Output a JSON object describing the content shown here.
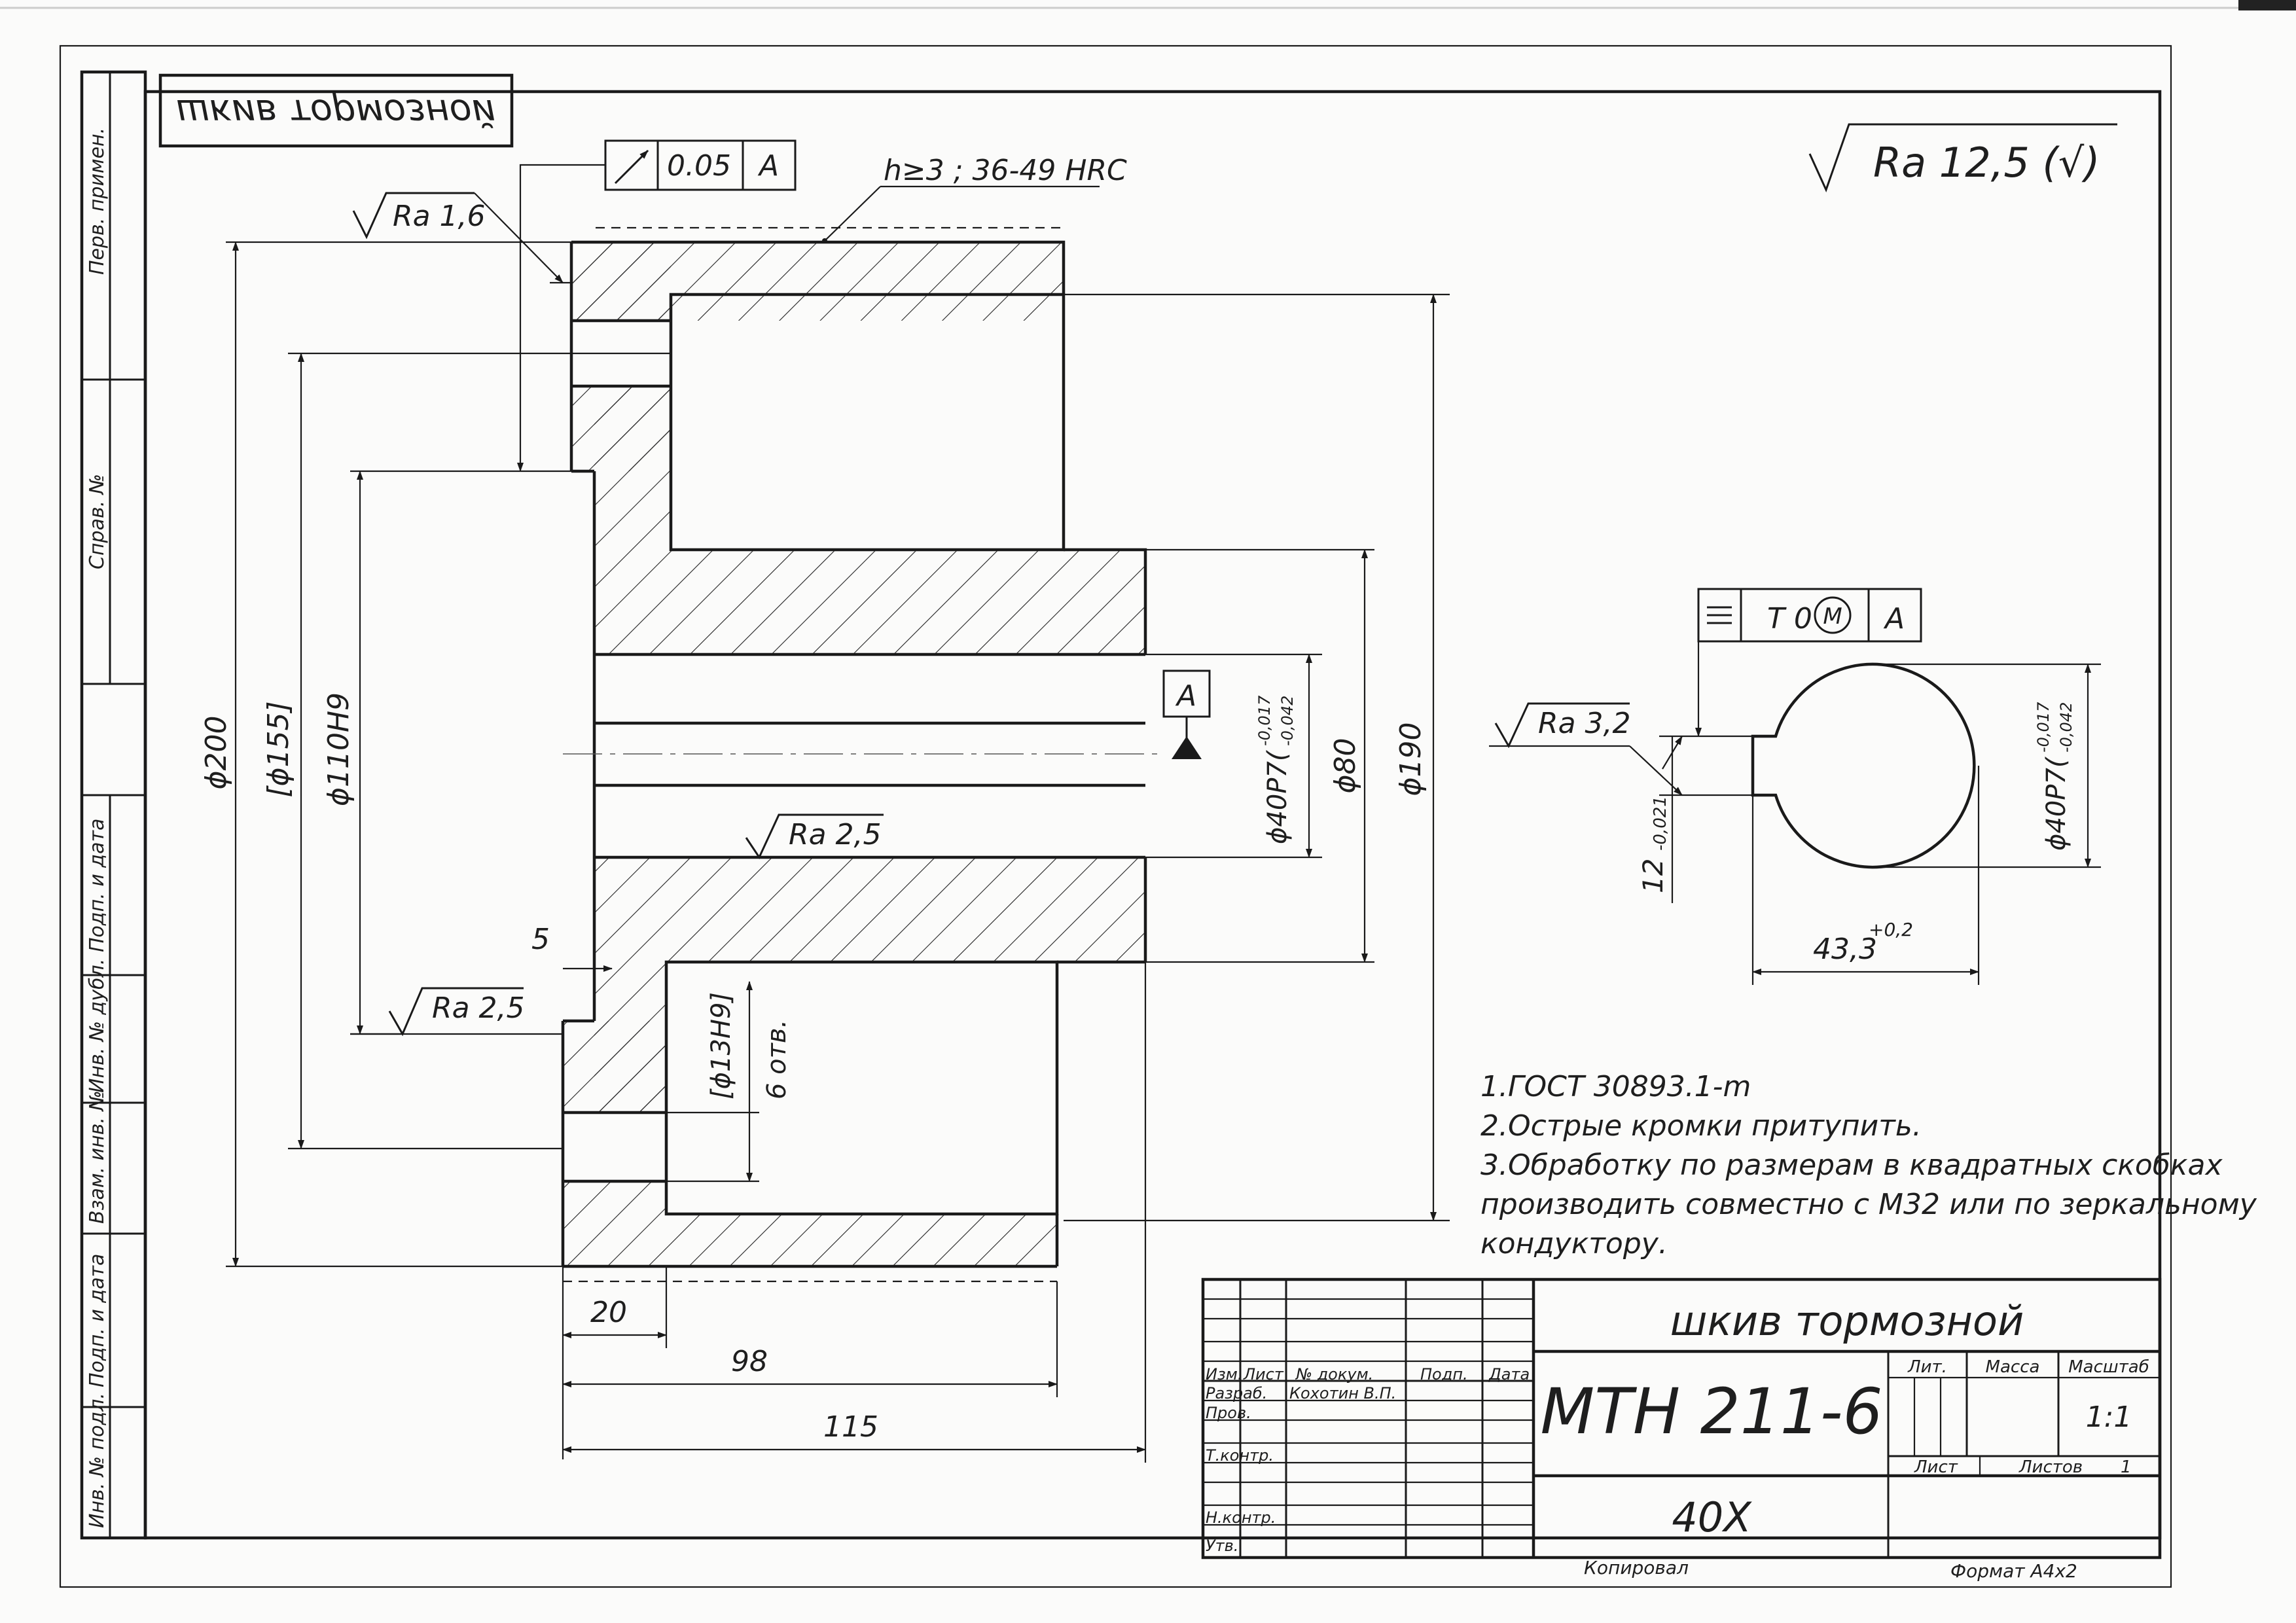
{
  "title_block": {
    "part_name": "шкив тормозной",
    "designation": "МТН 211-6",
    "material": "40Х",
    "scale": "1:1",
    "sheet_label": "Лист",
    "sheets_label": "Листов",
    "sheets_value": "1",
    "lit_label": "Лит.",
    "mass_label": "Масса",
    "scale_label": "Масштаб",
    "col_change": "Изм.",
    "col_sheet": "Лист",
    "col_doc": "№ докум.",
    "col_sign": "Подп.",
    "col_date": "Дата",
    "row_razrab": "Разраб.",
    "row_prov": "Пров.",
    "row_tkontr": "Т.контр.",
    "row_nkontr": "Н.контр.",
    "row_utv": "Утв.",
    "author": "Кохотин В.П.",
    "copied": "Копировал",
    "format": "Формат A4x2"
  },
  "mirrored_label": "шкив тормозной",
  "left_strip": {
    "perv_prim": "Перв. примен.",
    "sprav": "Справ. №",
    "podp_data1": "Подп. и дата",
    "inv_dubl": "Инв. № дубл.",
    "vzam_inv": "Взам. инв. №",
    "podp_data2": "Подп. и дата",
    "inv_podl": "Инв. № подл."
  },
  "general_roughness": "Ra 12,5 (√)",
  "annotations": {
    "hardness": "h≥3 ; 36-49 HRC",
    "runout_value": "0.05",
    "runout_datum": "A",
    "datum_a": "A",
    "ra16": "Ra 1,6",
    "ra25_mid": "Ra 2,5",
    "ra25_low": "Ra 2,5",
    "ra32": "Ra 3,2",
    "sym_value": "T 0",
    "sym_mod": "M",
    "sym_datum": "A"
  },
  "dimensions": {
    "d200": "ϕ200",
    "d155": "[ϕ155]",
    "d110": "ϕ110H9",
    "d40": "ϕ40P7(",
    "d40_tol_up": "-0,017",
    "d40_tol_low": "-0,042",
    "d80": "ϕ80",
    "d190": "ϕ190",
    "d13": "[ϕ13H9]",
    "holes": "6 отв.",
    "w5": "5",
    "w20": "20",
    "w98": "98",
    "w115": "115",
    "key12": "12",
    "key12_tol": "-0,021",
    "key433": "43,3",
    "key433_tol": "+0,2",
    "sec_d40": "ϕ40P7(",
    "sec_d40_up": "-0,017",
    "sec_d40_low": "-0,042"
  },
  "notes": [
    "1.ГОСТ 30893.1-m",
    "2.Острые кромки притупить.",
    "3.Обработку по размерам в квадратных скобках",
    "производить совместно с М32 или по зеркальному",
    "кондуктору."
  ]
}
